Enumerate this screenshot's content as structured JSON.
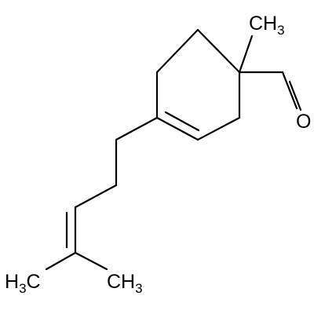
{
  "molecule": {
    "labels": {
      "methyl_top": {
        "main": "CH",
        "sub": "3"
      },
      "aldehyde_oxygen": "O",
      "methyl_bottom_left": {
        "main": "H",
        "sub": "3",
        "tail": "C"
      },
      "methyl_bottom_right": {
        "main": "CH",
        "sub": "3"
      }
    }
  }
}
